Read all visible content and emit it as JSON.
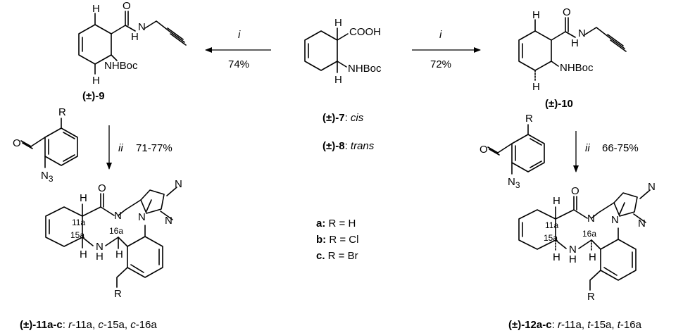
{
  "top_left": {
    "compound_label": "(±)-9",
    "atoms": {
      "h_top": "H",
      "oxygen": "O",
      "amide_h": "H",
      "amide_n": "N",
      "nhboc": "NHBoc",
      "h_bottom": "H"
    }
  },
  "top_center": {
    "atoms": {
      "h_top": "H",
      "cooh": "COOH",
      "nhboc": "NHBoc",
      "h_bottom": "H"
    },
    "cis_label": {
      "compound": "(±)-7",
      "sep": ": ",
      "stereo": "cis"
    },
    "trans_label": {
      "compound": "(±)-8",
      "sep": ": ",
      "stereo": "trans"
    }
  },
  "top_right": {
    "compound_label": "(±)-10",
    "atoms": {
      "h_top": "H",
      "oxygen": "O",
      "amide_h": "H",
      "amide_n": "N",
      "nhboc": "NHBoc",
      "h_bottom": "H"
    }
  },
  "arrows": {
    "left": {
      "reagent": "i",
      "yield": "74%"
    },
    "right": {
      "reagent": "i",
      "yield": "72%"
    },
    "down_left": {
      "reagent": "ii",
      "yield": "71-77%"
    },
    "down_right": {
      "reagent": "ii",
      "yield": "66-75%"
    }
  },
  "aldehyde": {
    "r": "R",
    "o": "O",
    "n": "N",
    "sub": "3"
  },
  "substituents": [
    {
      "key": "a:",
      "text": " R = H"
    },
    {
      "key": "b:",
      "text": " R = Cl"
    },
    {
      "key": "c.",
      "text": " R = Br"
    }
  ],
  "product_left": {
    "atoms": {
      "h1": "H",
      "o": "O",
      "n_ring": "N",
      "h2": "H",
      "nh_n": "N",
      "nh_h": "H",
      "h3": "H",
      "h4": "H",
      "r": "R",
      "tri_n1": "N",
      "tri_n2": "N",
      "tri_n3": "N"
    },
    "locants": [
      "11a",
      "15a",
      "16a"
    ],
    "label": {
      "compound": "(±)-11a-c",
      "sep1": ": ",
      "r": "r",
      "p1": "-11a, ",
      "c1": "c",
      "p2": "-15a, ",
      "c2": "c",
      "p3": "-16a"
    }
  },
  "product_right": {
    "atoms": {
      "h1": "H",
      "o": "O",
      "n_ring": "N",
      "h2": "H",
      "nh_n": "N",
      "nh_h": "H",
      "h3": "H",
      "h4": "H",
      "r": "R",
      "tri_n1": "N",
      "tri_n2": "N",
      "tri_n3": "N"
    },
    "locants": [
      "11a",
      "15a",
      "16a"
    ],
    "label": {
      "compound": "(±)-12a-c",
      "sep1": ": ",
      "r": "r",
      "p1": "-11a, ",
      "t1": "t",
      "p2": "-15a, ",
      "t2": "t",
      "p3": "-16a"
    }
  }
}
